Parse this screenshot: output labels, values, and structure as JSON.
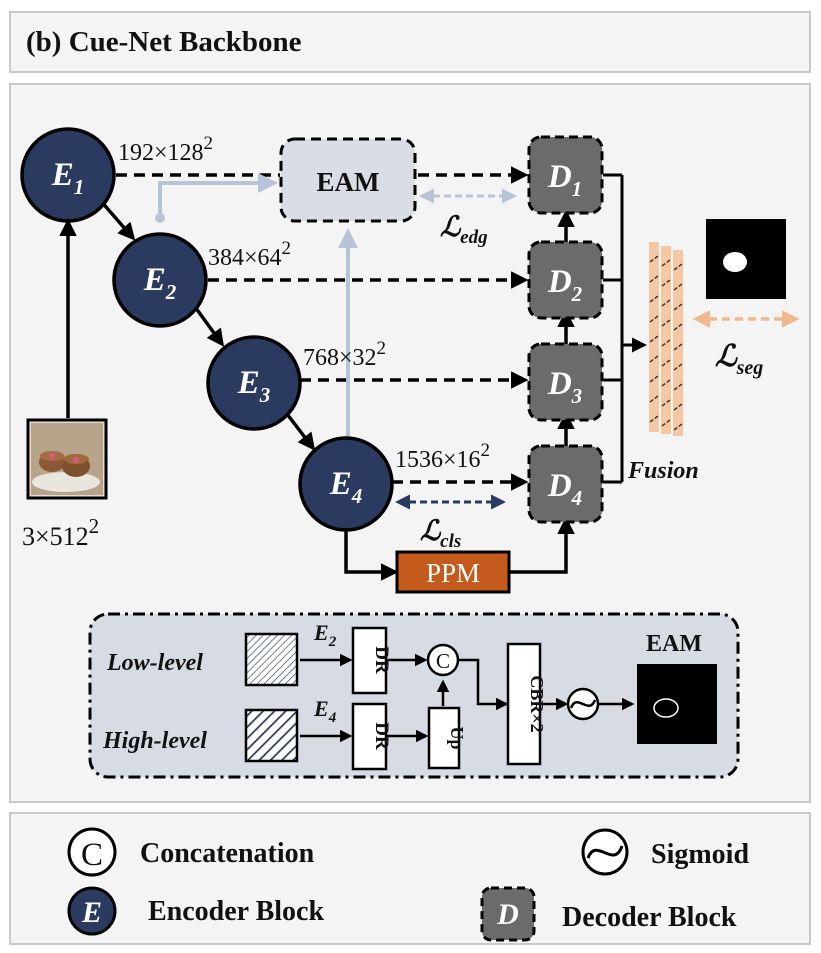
{
  "title": "(b) Cue-Net Backbone",
  "colors": {
    "encoder": "#2b3a5f",
    "decoder": "#6b6b6b",
    "eam_fill": "#d9dde5",
    "gray_arrow": "#b7c3d6",
    "ppm": "#c45a1c",
    "loss_seg": "#f0b88c",
    "loss_cls": "#2b3a5f",
    "detail_bg": "#d7dbe3"
  },
  "encoders": [
    {
      "letter": "E",
      "sub": "1"
    },
    {
      "letter": "E",
      "sub": "2"
    },
    {
      "letter": "E",
      "sub": "3"
    },
    {
      "letter": "E",
      "sub": "4"
    }
  ],
  "decoders": [
    {
      "letter": "D",
      "sub": "1"
    },
    {
      "letter": "D",
      "sub": "2"
    },
    {
      "letter": "D",
      "sub": "3"
    },
    {
      "letter": "D",
      "sub": "4"
    }
  ],
  "dims": {
    "e1": {
      "base": "192×128",
      "exp": "2"
    },
    "e2": {
      "base": "384×64",
      "exp": "2"
    },
    "e3": {
      "base": "768×32",
      "exp": "2"
    },
    "e4": {
      "base": "1536×16",
      "exp": "2"
    },
    "input": {
      "base": "3×512",
      "exp": "2"
    }
  },
  "eam_label": "EAM",
  "ppm_label": "PPM",
  "fusion_label": "Fusion",
  "losses": {
    "edg": {
      "script": "ℒ",
      "sub": "edg"
    },
    "seg": {
      "script": "ℒ",
      "sub": "seg"
    },
    "cls": {
      "script": "ℒ",
      "sub": "cls"
    }
  },
  "detail": {
    "low_label": "Low-level",
    "high_label": "High-level",
    "e2_letter": "E",
    "e2_sub": "2",
    "e4_letter": "E",
    "e4_sub": "4",
    "dr_label": "DR",
    "up_label": "Up",
    "concat_symbol": "C",
    "cbr_label": "CBR×2",
    "eam_title": "EAM"
  },
  "legend": {
    "concat_symbol": "C",
    "concat_label": "Concatenation",
    "sigmoid_label": "Sigmoid",
    "encoder_letter": "E",
    "encoder_label": "Encoder Block",
    "decoder_letter": "D",
    "decoder_label": "Decoder Block"
  }
}
